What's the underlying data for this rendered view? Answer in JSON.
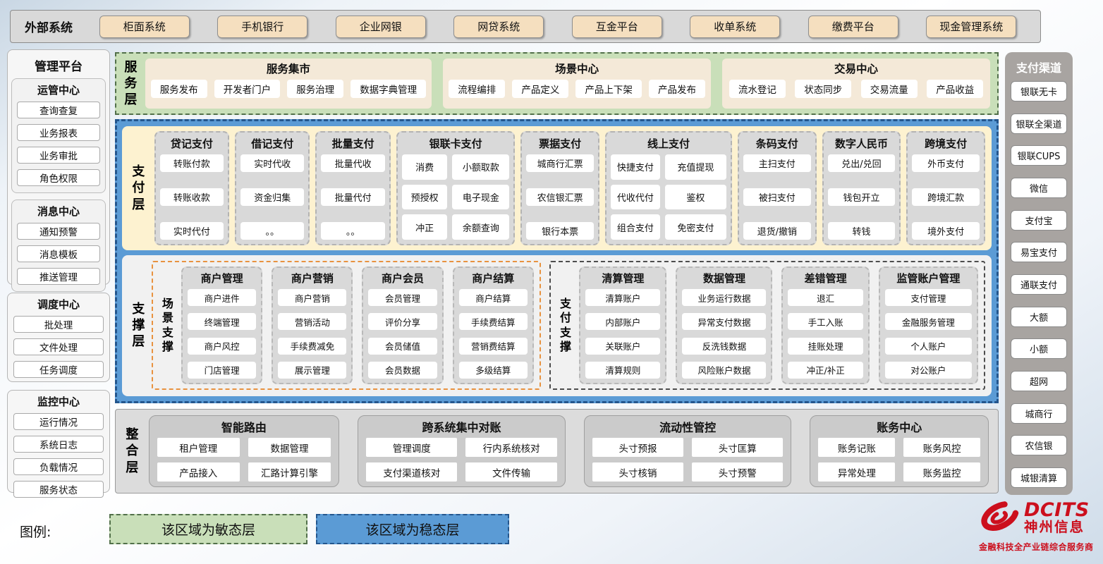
{
  "external_systems": {
    "label": "外部系统",
    "items": [
      "柜面系统",
      "手机银行",
      "企业网银",
      "网贷系统",
      "互金平台",
      "收单系统",
      "缴费平台",
      "现金管理系统"
    ]
  },
  "management_platform": {
    "title": "管理平台",
    "groups": [
      {
        "title": "运管中心",
        "items": [
          "查询查复",
          "业务报表",
          "业务审批",
          "角色权限"
        ]
      },
      {
        "title": "消息中心",
        "items": [
          "通知预警",
          "消息模板",
          "推送管理"
        ]
      },
      {
        "title": "调度中心",
        "items": [
          "批处理",
          "文件处理",
          "任务调度"
        ]
      },
      {
        "title": "监控中心",
        "items": [
          "运行情况",
          "系统日志",
          "负载情况",
          "服务状态"
        ]
      }
    ]
  },
  "service_layer": {
    "label": "服务层",
    "panels": [
      {
        "title": "服务集市",
        "items": [
          "服务发布",
          "开发者门户",
          "服务治理",
          "数据字典管理"
        ]
      },
      {
        "title": "场景中心",
        "items": [
          "流程编排",
          "产品定义",
          "产品上下架",
          "产品发布"
        ]
      },
      {
        "title": "交易中心",
        "items": [
          "流水登记",
          "状态同步",
          "交易流量",
          "产品收益"
        ]
      }
    ]
  },
  "payment_layer": {
    "label": "支付层",
    "columns": [
      {
        "title": "贷记支付",
        "items": [
          "转账付款",
          "转账收款",
          "实时代付"
        ]
      },
      {
        "title": "借记支付",
        "items": [
          "实时代收",
          "资金归集",
          "。。"
        ]
      },
      {
        "title": "批量支付",
        "items": [
          "批量代收",
          "批量代付",
          "。。"
        ]
      },
      {
        "title": "银联卡支付",
        "items": [
          "消费",
          "小额取款",
          "预授权",
          "电子现金",
          "冲正",
          "余额查询"
        ]
      },
      {
        "title": "票据支付",
        "items": [
          "城商行汇票",
          "农信银汇票",
          "银行本票"
        ]
      },
      {
        "title": "线上支付",
        "items": [
          "快捷支付",
          "充值提现",
          "代收代付",
          "鉴权",
          "组合支付",
          "免密支付"
        ]
      },
      {
        "title": "条码支付",
        "items": [
          "主扫支付",
          "被扫支付",
          "退货/撤销"
        ]
      },
      {
        "title": "数字人民币",
        "items": [
          "兑出/兑回",
          "钱包开立",
          "转钱"
        ]
      },
      {
        "title": "跨境支付",
        "items": [
          "外币支付",
          "跨境汇款",
          "境外支付"
        ]
      }
    ]
  },
  "support_layer": {
    "label": "支撑层",
    "scene_support": {
      "label": "场景支撑",
      "columns": [
        {
          "title": "商户管理",
          "items": [
            "商户进件",
            "终端管理",
            "商户风控",
            "门店管理"
          ]
        },
        {
          "title": "商户营销",
          "items": [
            "商户营销",
            "营销活动",
            "手续费减免",
            "展示管理"
          ]
        },
        {
          "title": "商户会员",
          "items": [
            "会员管理",
            "评价分享",
            "会员储值",
            "会员数据"
          ]
        },
        {
          "title": "商户结算",
          "items": [
            "商户结算",
            "手续费结算",
            "营销费结算",
            "多级结算"
          ]
        }
      ]
    },
    "payment_support": {
      "label": "支付支撑",
      "columns": [
        {
          "title": "清算管理",
          "items": [
            "清算账户",
            "内部账户",
            "关联账户",
            "清算规则"
          ]
        },
        {
          "title": "数据管理",
          "items": [
            "业务运行数据",
            "异常支付数据",
            "反洗钱数据",
            "风险账户数据"
          ]
        },
        {
          "title": "差错管理",
          "items": [
            "退汇",
            "手工入账",
            "挂账处理",
            "冲正/补正"
          ]
        },
        {
          "title": "监管账户管理",
          "items": [
            "支付管理",
            "金融服务管理",
            "个人账户",
            "对公账户"
          ]
        }
      ]
    }
  },
  "integration_layer": {
    "label": "整合层",
    "panels": [
      {
        "title": "智能路由",
        "items": [
          "租户管理",
          "数据管理",
          "产品接入",
          "汇路计算引擎"
        ]
      },
      {
        "title": "跨系统集中对账",
        "items": [
          "管理调度",
          "行内系统核对",
          "支付渠道核对",
          "文件传输"
        ]
      },
      {
        "title": "流动性管控",
        "items": [
          "头寸预报",
          "头寸匡算",
          "头寸核销",
          "头寸预警"
        ]
      },
      {
        "title": "账务中心",
        "items": [
          "账务记账",
          "账务风控",
          "异常处理",
          "账务监控"
        ]
      }
    ]
  },
  "payment_channels": {
    "title": "支付渠道",
    "items": [
      "银联无卡",
      "银联全渠道",
      "银联CUPS",
      "微信",
      "支付宝",
      "易宝支付",
      "通联支付",
      "大额",
      "小额",
      "超网",
      "城商行",
      "农信银",
      "城银清算"
    ]
  },
  "legend": {
    "label": "图例:",
    "agile": "该区域为敏态层",
    "stable": "该区域为稳态层"
  },
  "logo": {
    "brand": "DCITS",
    "company": "神州信息",
    "tagline": "金融科技全产业链综合服务商"
  },
  "colors": {
    "agile-green": "#c9dfb9",
    "stable-blue": "#5b9bd5",
    "cream": "#fdf2d0",
    "tan-button": "#f5dfbf",
    "orange-dash": "#e8923f",
    "brand-red": "#cc0f1d"
  }
}
